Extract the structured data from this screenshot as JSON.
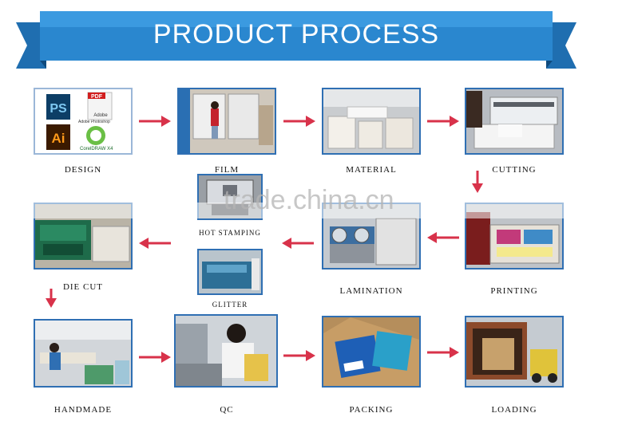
{
  "title": "PRODUCT PROCESS",
  "watermark": "trade.china.cn",
  "design_icons": {
    "ps": "PS",
    "ps_caption": "Adobe Photoshop",
    "pdf": "PDF",
    "pdf_caption": "Adobe",
    "ai": "Ai",
    "corel": "CorelDRAW X4"
  },
  "steps": {
    "design": "DESIGN",
    "film": "FILM",
    "material": "MATERIAL",
    "cutting": "CUTTING",
    "hot_stamping": "HOT STAMPING",
    "glitter": "GLITTER",
    "die_cut": "DIE CUT",
    "lamination": "LAMINATION",
    "printing": "PRINTING",
    "handmade": "HANDMADE",
    "qc": "QC",
    "packing": "PACKING",
    "loading": "LOADING"
  },
  "colors": {
    "banner": "#2a87cf",
    "arrow": "#d8324a",
    "frame": "#2f6fb3"
  }
}
